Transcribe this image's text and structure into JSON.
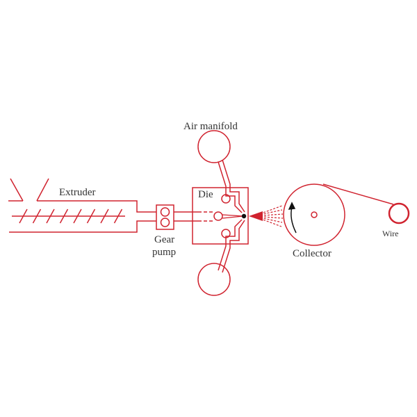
{
  "labels": {
    "air_manifold": "Air manifold",
    "extruder": "Extruder",
    "die": "Die",
    "gear": "Gear",
    "pump": "pump",
    "collector": "Collector",
    "wire": "Wire"
  },
  "colors": {
    "line": "#d0232f",
    "arrow": "#111111",
    "text": "#333333"
  }
}
